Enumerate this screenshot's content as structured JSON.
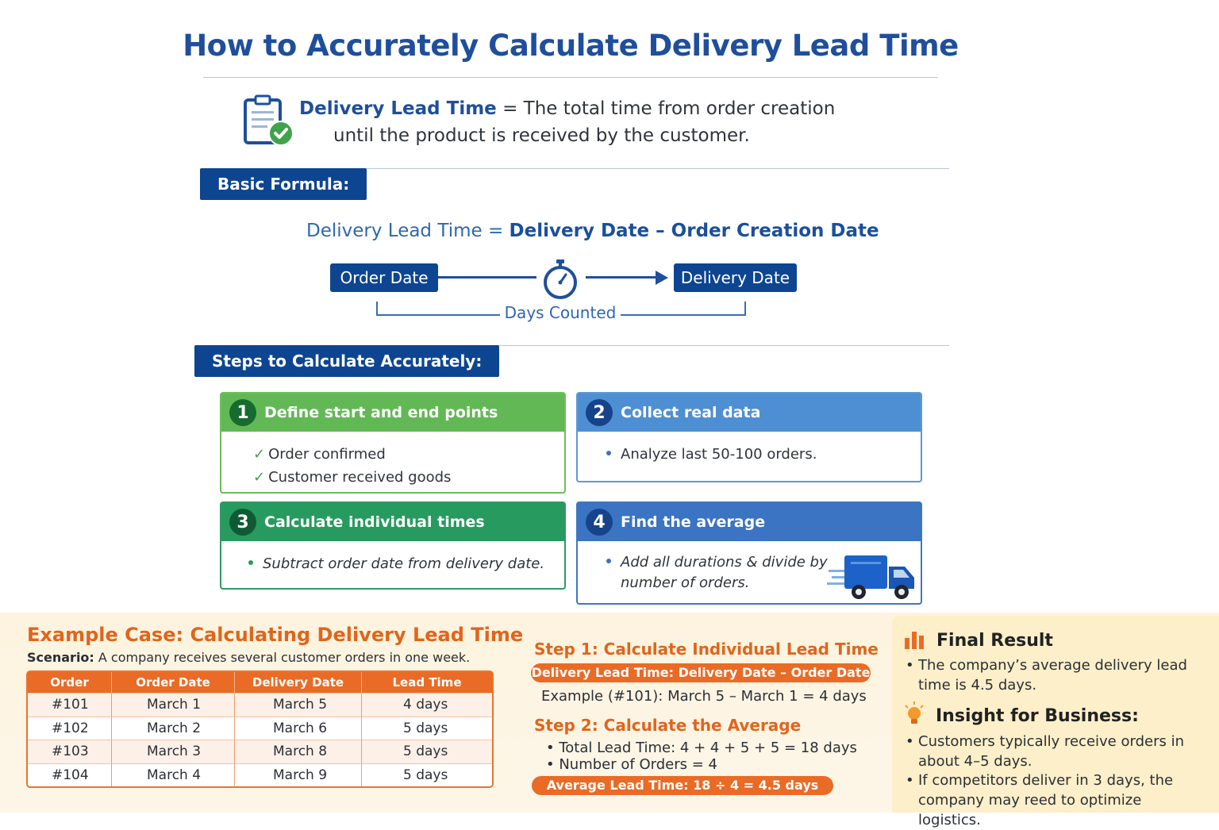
{
  "title": "How to Accurately Calculate Delivery Lead Time",
  "definition": {
    "term": "Delivery Lead Time",
    "line1_rest": " = The total time from order creation",
    "line2": "until the product is received by the customer."
  },
  "basic_formula": {
    "label": "Basic Formula:",
    "lhs": "Delivery Lead Time",
    "equals": " = ",
    "delivery_date": "Delivery Date",
    "minus": " – ",
    "order_creation_date": "Order Creation Date",
    "order_date_label": "Order Date",
    "delivery_date_label": "Delivery Date",
    "days_counted": "Days Counted"
  },
  "steps": {
    "label": "Steps to Calculate Accurately:",
    "items": [
      {
        "number": "1",
        "title": "Define start and end points",
        "lines": [
          "Order confirmed",
          "Customer received goods"
        ],
        "color": "#5cb34f"
      },
      {
        "number": "2",
        "title": "Collect real data",
        "lines": [
          "Analyze last 50-100 orders."
        ],
        "color": "#4a8bd0"
      },
      {
        "number": "3",
        "title": "Calculate individual times",
        "lines": [
          "Subtract order date from delivery date."
        ],
        "color": "#26955c"
      },
      {
        "number": "4",
        "title": "Find the average",
        "lines": [
          "Add all durations & divide by",
          "number of orders."
        ],
        "color": "#3a74c2"
      }
    ]
  },
  "example": {
    "title": "Example Case: Calculating Delivery Lead Time",
    "scenario_label": "Scenario:",
    "scenario_text": " A company receives several customer orders in one week.",
    "columns": [
      "Order",
      "Order Date",
      "Delivery Date",
      "Lead Time"
    ],
    "rows": [
      [
        "#101",
        "March 1",
        "March 5",
        "4 days"
      ],
      [
        "#102",
        "March 2",
        "March 6",
        "5 days"
      ],
      [
        "#103",
        "March 3",
        "March 8",
        "5 days"
      ],
      [
        "#104",
        "March 4",
        "March 9",
        "5 days"
      ]
    ]
  },
  "calc": {
    "step1_title": "Step 1: Calculate Individual Lead Time",
    "step1_pill": "Delivery Lead Time: Delivery Date – Order Date",
    "step1_example": "Example (#101): March 5 – March 1 = 4 days",
    "step2_title": "Step 2: Calculate the Average",
    "step2_lines": [
      "• Total Lead Time: 4 + 4 + 5 + 5 = 18 days",
      "• Number of Orders = 4"
    ],
    "step2_pill": "Average Lead Time: 18 ÷ 4 = 4.5 days"
  },
  "result": {
    "final_title": "Final Result",
    "final_text": "The company’s average delivery lead time is 4.5 days.",
    "insight_title": "Insight for Business:",
    "insight_lines": [
      "Customers typically receive orders in about 4–5 days.",
      "If competitors deliver in 3 days, the company may reed to optimize logistics."
    ]
  },
  "icons": {
    "definition": "clipboard-check-icon",
    "timer": "stopwatch-icon",
    "truck": "delivery-truck-icon",
    "result": "bar-chart-icon",
    "insight": "lightbulb-icon"
  },
  "colors": {
    "primary_blue": "#0d4591",
    "accent_orange": "#e96b26"
  }
}
